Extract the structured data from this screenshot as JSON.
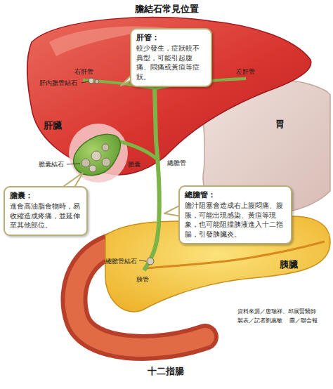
{
  "diagram": {
    "title": "膽結石常見位置",
    "nodes": [
      {
        "text": [
          "肝管：",
          "較少發生，症狀較不典型，可能引起腹痛、悶痛或黃疸等症狀。"
        ]
      },
      {
        "text": [
          "膽囊：",
          "進食高油脂食物時，易收縮造成疼痛，並延伸至其他部位。"
        ]
      },
      {
        "text": [
          "總膽管：",
          "膽汁阻塞會造成右上腹悶痛、腹脹，可能出現感染、黃疸等現象，也可能阻擋胰液進入十二指腸，引發胰臟炎。"
        ]
      }
    ],
    "labels": [
      "右肝管",
      "左肝管",
      "肝內膽管結石",
      "肝臟",
      "胃",
      "膽囊結石",
      "膽囊",
      "總膽管",
      "總膽管結石",
      "胰管",
      "胰臟",
      "十二指腸",
      "資料來源／唐瑞祥、邱展賢醫師",
      "製表／記者劉惠敏",
      "圖／聯合報"
    ]
  }
}
